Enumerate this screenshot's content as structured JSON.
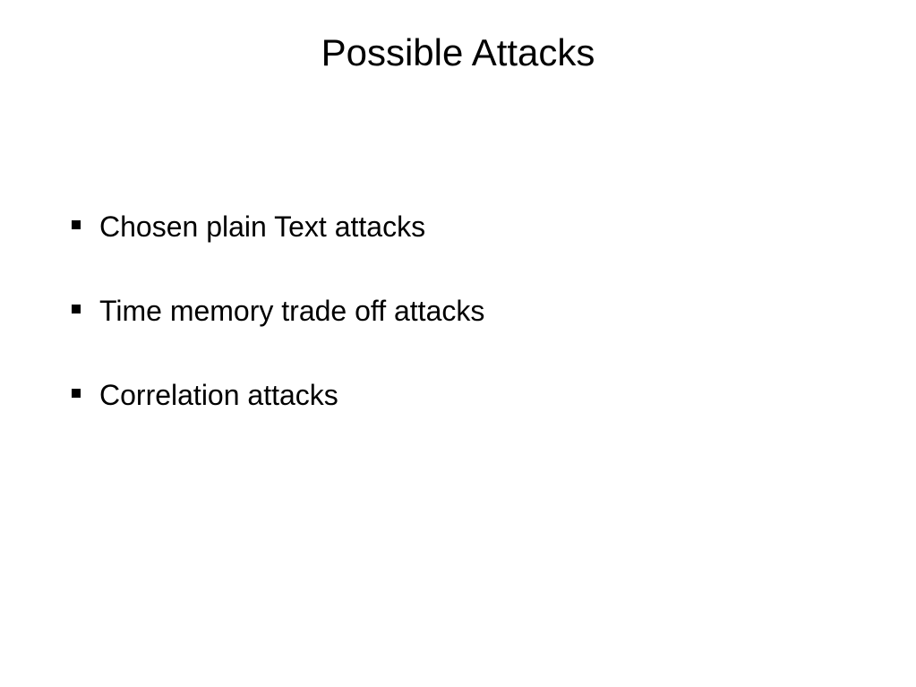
{
  "slide": {
    "title": "Possible Attacks",
    "bullets": [
      "Chosen plain Text attacks",
      "Time memory trade off attacks",
      "Correlation attacks"
    ]
  }
}
